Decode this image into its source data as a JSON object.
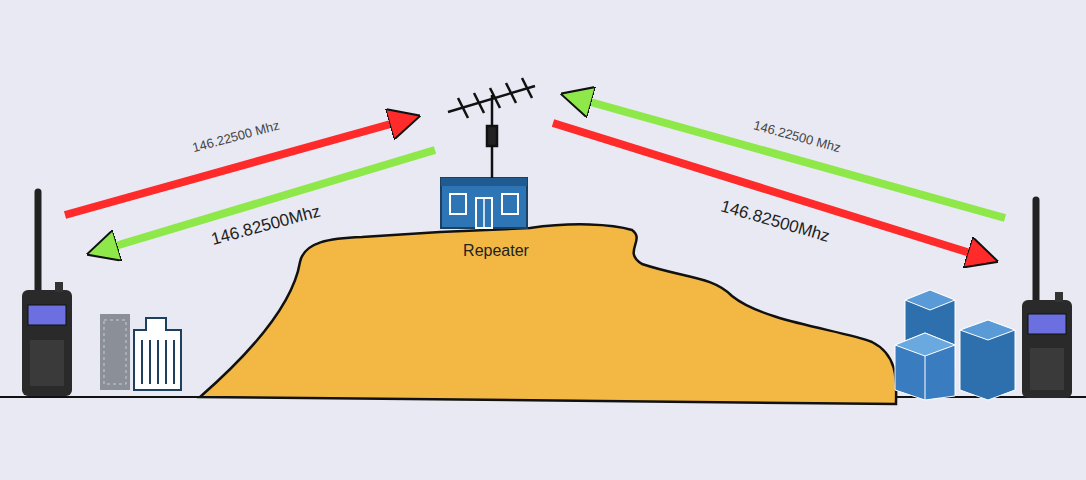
{
  "diagram": {
    "labels": [
      "146.22500 Mhz",
      "146.82500Mhz",
      "146.22500 Mhz",
      "146.82500Mhz",
      "Repeater"
    ]
  }
}
